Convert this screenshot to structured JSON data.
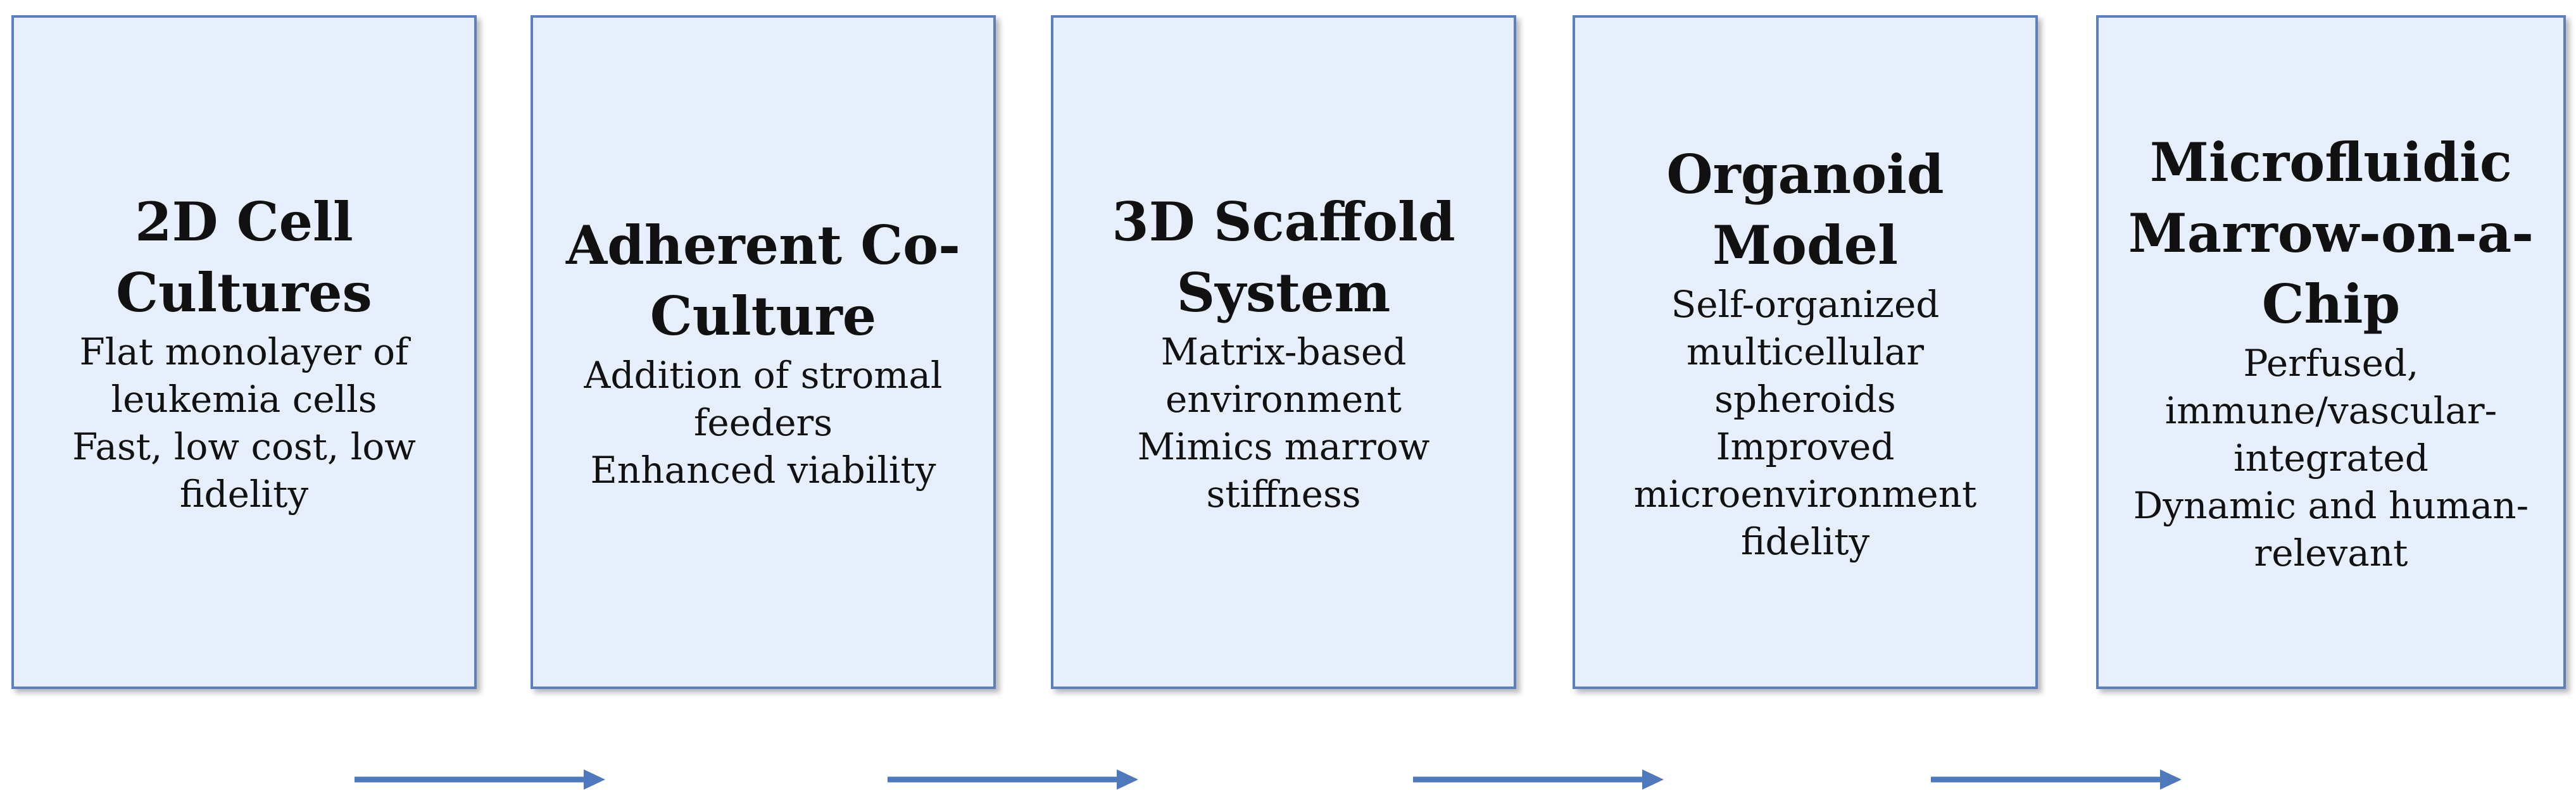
{
  "stages": [
    {
      "title_lines": [
        "2D Cell",
        "Cultures"
      ],
      "detail_lines": [
        "Flat monolayer of",
        "leukemia cells",
        "Fast, low cost, low",
        "fidelity"
      ]
    },
    {
      "title_lines": [
        "Adherent Co-",
        "Culture"
      ],
      "detail_lines": [
        "Addition of stromal",
        "feeders",
        "Enhanced viability"
      ]
    },
    {
      "title_lines": [
        "3D Scaffold",
        "System"
      ],
      "detail_lines": [
        "Matrix-based",
        "environment",
        "Mimics marrow",
        "stiffness"
      ]
    },
    {
      "title_lines": [
        "Organoid",
        "Model"
      ],
      "detail_lines": [
        "Self-organized",
        "multicellular spheroids",
        "Improved",
        "microenvironment",
        "fidelity"
      ]
    },
    {
      "title_lines": [
        "Microfluidic",
        "Marrow-on-a-",
        "Chip"
      ],
      "detail_lines": [
        "Perfused,",
        "immune/vascular-",
        "integrated",
        "Dynamic and human-",
        "relevant"
      ]
    }
  ],
  "colors": {
    "box_fill": "#e7effc",
    "box_border": "#5b7fc3",
    "arrow": "#4f79bd"
  }
}
